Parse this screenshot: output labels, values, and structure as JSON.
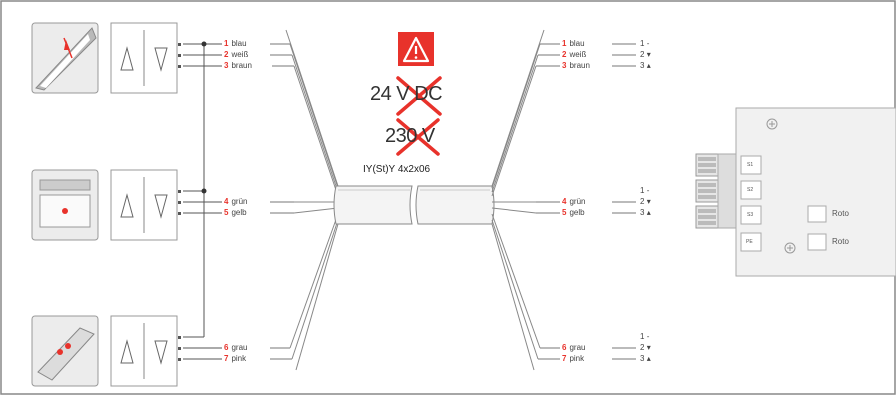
{
  "warning": {
    "voltage_dc": "24 V DC",
    "voltage_ac": "230 V",
    "cable_type": "IY(St)Y 4x2x06"
  },
  "left_groups": [
    {
      "wires": [
        {
          "num": "1",
          "color": "blau"
        },
        {
          "num": "2",
          "color": "weiß"
        },
        {
          "num": "3",
          "color": "braun"
        }
      ]
    },
    {
      "wires": [
        {
          "num": "4",
          "color": "grün"
        },
        {
          "num": "5",
          "color": "gelb"
        }
      ]
    },
    {
      "wires": [
        {
          "num": "6",
          "color": "grau"
        },
        {
          "num": "7",
          "color": "pink"
        }
      ]
    }
  ],
  "right_groups": [
    {
      "wires": [
        {
          "num": "1",
          "color": "blau"
        },
        {
          "num": "2",
          "color": "weiß"
        },
        {
          "num": "3",
          "color": "braun"
        }
      ]
    },
    {
      "wires": [
        {
          "num": "4",
          "color": "grün"
        },
        {
          "num": "5",
          "color": "gelb"
        }
      ]
    },
    {
      "wires": [
        {
          "num": "6",
          "color": "grau"
        },
        {
          "num": "7",
          "color": "pink"
        }
      ]
    }
  ],
  "pin_symbols": [
    "1",
    "-",
    "2",
    "▾",
    "3",
    "▴"
  ],
  "controller": {
    "terminals": [
      "S1",
      "S2",
      "S3",
      "PE"
    ],
    "outputs": [
      "Roto",
      "Roto"
    ]
  },
  "colors": {
    "accent": "#e8322b",
    "line": "#666666",
    "device_bg": "#f1f1f1"
  }
}
